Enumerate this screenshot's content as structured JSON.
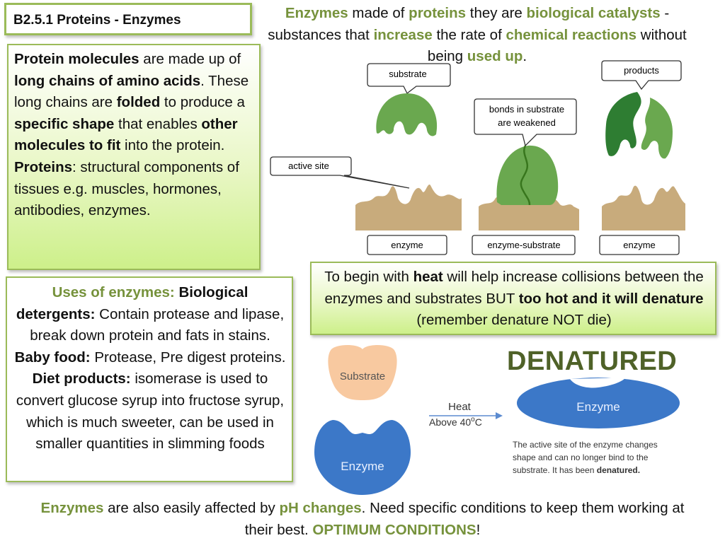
{
  "title": "B2.5.1 Proteins - Enzymes",
  "intro": {
    "t1": "Enzymes",
    "t2": " made of ",
    "t3": "proteins",
    "t4": " they are ",
    "t5": "biological catalysts",
    "t6": " - substances that ",
    "t7": "increase",
    "t8": " the rate of ",
    "t9": "chemical reactions",
    "t10": " without being ",
    "t11": "used up",
    "t12": "."
  },
  "protein_box": {
    "t1": "Protein molecules",
    "t2": " are made up of ",
    "t3": "long chains of amino acids",
    "t4": ". These long chains are ",
    "t5": "folded",
    "t6": " to produce a ",
    "t7": "specific shape",
    "t8": " that enables ",
    "t9": "other molecules to fit",
    "t10": " into the protein.",
    "t11": "Proteins",
    "t12": ": structural components of tissues e.g. muscles, hormones,  antibodies, enzymes."
  },
  "uses_box": {
    "t1": "Uses of enzymes: ",
    "t2": "Biological detergents:",
    "t3": " Contain protease and lipase, break down protein and fats in stains. ",
    "t4": "Baby food:",
    "t5": " Protease,  Pre digest proteins. ",
    "t6": "Diet products:",
    "t7": " isomerase is used to convert glucose syrup into fructose syrup, which is much sweeter, can be used in smaller quantities in slimming foods"
  },
  "heat_box": {
    "t1": "To begin with ",
    "t2": "heat",
    "t3": " will help increase collisions between the enzymes and substrates BUT ",
    "t4": "too hot and it will denature",
    "t5": " (remember denature NOT die)"
  },
  "bottom": {
    "t1": "Enzymes",
    "t2": " are also easily affected by ",
    "t3": "pH changes",
    "t4": ". Need specific conditions to keep them working at their best. ",
    "t5": "OPTIMUM CONDITIONS",
    "t6": "!"
  },
  "diagram1": {
    "substrate_label": "substrate",
    "products_label": "products",
    "bonds_line1": "bonds in substrate",
    "bonds_line2": "are weakened",
    "active_site_label": "active site",
    "enzyme_label_1": "enzyme",
    "enzyme_substrate_label": "enzyme-substrate",
    "enzyme_label_2": "enzyme"
  },
  "diagram2": {
    "denatured_heading": "DENATURED",
    "substrate_label": "Substrate",
    "enzyme_label": "Enzyme",
    "heat_label": "Heat",
    "above_label": "Above 40",
    "superscript": "o",
    "celsius": "C",
    "denatured_enzyme_label": "Enzyme",
    "caption_line1": "The active site of the enzyme changes",
    "caption_line2": "shape and can no longer bind to the",
    "caption_line3_a": "substrate.  It has been ",
    "caption_line3_b": "denatured."
  },
  "colors": {
    "accent_green": "#9bbb59",
    "heading_olive": "#76923c",
    "enzyme_tan": "#c8ab7c",
    "substrate_green": "#6aa84f",
    "enzyme_blue": "#3c78c8",
    "substrate_peach": "#f8c9a0"
  }
}
